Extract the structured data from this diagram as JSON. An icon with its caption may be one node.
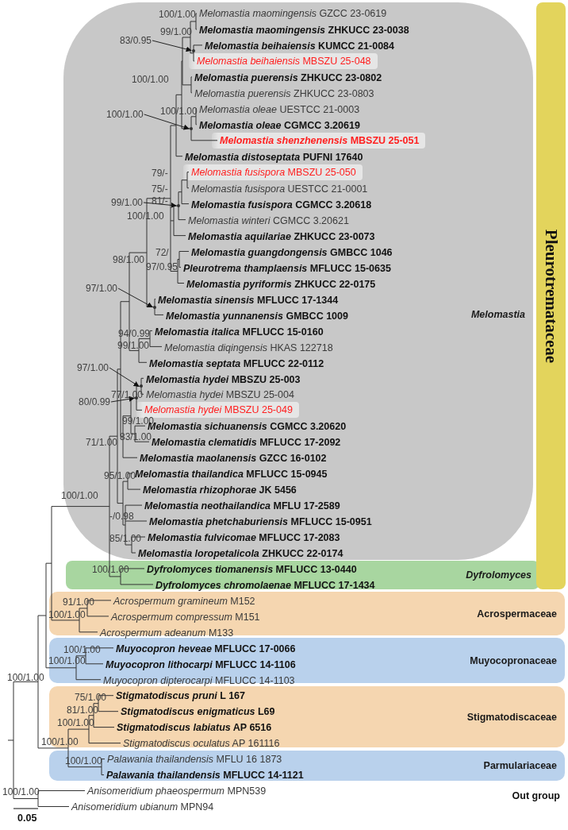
{
  "diagram": {
    "nodes": [
      {
        "text": [
          "Melomastia"
        ]
      },
      {
        "text": [
          "83/0.95"
        ],
        "in": 0
      },
      {
        "text": [
          "*Melomastia beihaiensis* MBSZU 25-048"
        ],
        "in": 0
      },
      {
        "text": [
          "100/1.00"
        ],
        "in": 0
      },
      {
        "text": [
          "*Melomastia shenzhenensis* MBSZU 25-051"
        ],
        "in": 0
      },
      {
        "text": [
          "*Melomastia fusispora* MBSZU 25-050"
        ],
        "in": 0
      },
      {
        "text": [
          "99/1.00"
        ],
        "in": 0
      },
      {
        "text": [
          "97/1.00"
        ],
        "in": 0
      },
      {
        "text": [
          "97/1.00"
        ],
        "in": 0
      },
      {
        "text": [
          "80/0.99"
        ],
        "in": 0
      },
      {
        "text": [
          "*Melomastia hydei* MBSZU 25-049"
        ],
        "in": 0
      },
      {
        "text": [
          "Pleurotremataceae"
        ]
      },
      {
        "text": [
          "Dyfrolomyces"
        ]
      },
      {
        "text": [
          "Acrospermaceae"
        ]
      },
      {
        "text": [
          "Muyocopronaceae"
        ]
      },
      {
        "text": [
          "Stigmatodiscaceae"
        ]
      },
      {
        "text": [
          "Parmulariaceae"
        ]
      },
      {
        "text": [],
        "shape": "point",
        "in": 0
      },
      {
        "text": [],
        "shape": "point",
        "in": 0
      },
      {
        "text": [],
        "shape": "point",
        "in": 0
      },
      {
        "text": [],
        "shape": "point",
        "in": 0
      },
      {
        "text": [],
        "shape": "point",
        "in": 0
      },
      {
        "text": [],
        "shape": "point",
        "in": 0
      }
    ],
    "edges": [
      {
        "from": 1,
        "to": 17,
        "arrow": "to"
      },
      {
        "from": 3,
        "to": 18,
        "arrow": "to"
      },
      {
        "from": 6,
        "to": 19,
        "arrow": "to"
      },
      {
        "from": 7,
        "to": 20,
        "arrow": "to"
      },
      {
        "from": 8,
        "to": 21,
        "arrow": "to"
      },
      {
        "from": 9,
        "to": 22,
        "arrow": "to"
      }
    ],
    "labels": [
      "100/1.00",
      "*Melomastia maomingensis* GZCC 23-0619",
      "99/1.00",
      "*Melomastia maomingensis* ZHKUCC 23-0038",
      "*Melomastia beihaiensis* KUMCC 21-0084",
      "100/1.00",
      "*Melomastia puerensis* ZHKUCC 23-0802",
      "*Melomastia puerensis* ZHKUCC 23-0803",
      "100/1.00",
      "*Melomastia oleae* UESTCC 21-0003",
      "*Melomastia oleae* CGMCC 3.20619",
      "*Melomastia distoseptata* PUFNI 17640",
      "79/-",
      "75/-",
      "*Melomastia fusispora* UESTCC 21-0001",
      "81/-",
      "*Melomastia fusispora* CGMCC 3.20618",
      "100/1.00",
      "*Melomastia winteri* CGMCC 3.20621",
      "*Melomastia aquilariae* ZHKUCC 23-0073",
      "72/",
      "*Melomastia guangdongensis* GMBCC 1046",
      "98/1.00",
      "97/0.95",
      "*Pleurotrema thamplaensis* MFLUCC 15-0635",
      "*Melomastia pyriformis* ZHKUCC 22-0175",
      "*Melomastia sinensis* MFLUCC 17-1344",
      "*Melomastia yunnanensis* GMBCC 1009",
      "94/0.99",
      "*Melomastia italica* MFLUCC 15-0160",
      "99/1.00",
      "*Melomastia diqingensis* HKAS 122718",
      "*Melomastia septata* MFLUCC 22-0112",
      "*Melomastia hydei* MBSZU 25-003",
      "77/1.00",
      "*Melomastia hydei* MBSZU 25-004",
      "99/1.00",
      "*Melomastia sichuanensis* CGMCC 3.20620",
      "83/1.00",
      "71/1.00",
      "*Melomastia clematidis* MFLUCC 17-2092",
      "*Melomastia maolanensis* GZCC 16-0102",
      "95/1.00",
      "*Melomastia thailandica* MFLUCC 15-0945",
      "*Melomastia rhizophorae* JK 5456",
      "100/1.00",
      "*Melomastia neothailandica* MFLU 17-2589",
      "-/0.98",
      "*Melomastia phetchaburiensis* MFLUCC 15-0951",
      "85/1.00",
      "*Melomastia fulvicomae* MFLUCC 17-2083",
      "*Melomastia loropetalicola* ZHKUCC 22-0174",
      "100/1.00",
      "*Dyfrolomyces tiomanensis* MFLUCC 13-0440",
      "*Dyfrolomyces chromolaenae* MFLUCC 17-1434",
      "91/1.00",
      "*Acrospermum gramineum* M152",
      "100/1.00",
      "*Acrospermum compressum* M151",
      "*Acrospermum adeanum* M133",
      "100/1.00",
      "*Muyocopron heveae* MFLUCC 17-0066",
      "100/1.00",
      "*Muyocopron lithocarpi* MFLUCC 14-1106",
      "100/1.00",
      "*Muyocopron dipterocarpi* MFLUCC 14-1103",
      "75/1.00",
      "*Stigmatodiscus pruni* L 167",
      "81/1.00",
      "*Stigmatodiscus enigmaticus* L69",
      "100/1.00",
      "*Stigmatodiscus labiatus* AP 6516",
      "100/1.00",
      "*Stigmatodiscus oculatus* AP 161116",
      "100/1.00",
      "*Palawania thailandensis* MFLU 16 1873",
      "*Palawania thailandensis* MFLUCC 14-1121",
      "100/1.00",
      "*Anisomeridium phaeospermum* MPN539",
      "Out group",
      "*Anisomeridium ubianum* MPN94",
      "0.05"
    ]
  }
}
